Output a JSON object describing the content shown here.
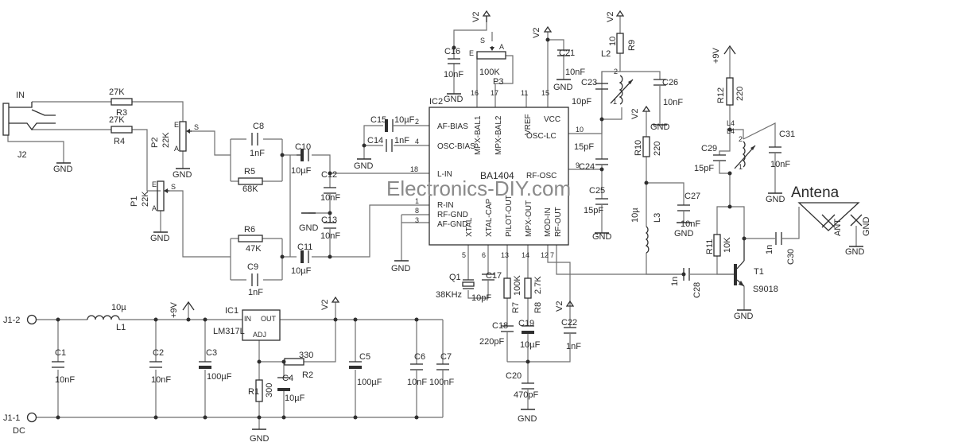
{
  "ic_main": {
    "ref": "IC2",
    "part": "BA1404",
    "pins_left": [
      "AF-BIAS",
      "OSC-BIAS",
      "L-IN",
      "R-IN",
      "RF-GND",
      "AF-GND"
    ],
    "pins_right": [
      "VCC",
      "OSC-LC",
      "RF-OSC"
    ],
    "pins_top": [
      "MPX-BAL1",
      "MPX-BAL2",
      "VREF"
    ],
    "pins_bottom": [
      "XTAL",
      "XTAL-CAP",
      "PILOT-OUT",
      "MPX-OUT",
      "MOD-IN",
      "RF-OUT"
    ],
    "pin_numbers": [
      "2",
      "4",
      "18",
      "1",
      "8",
      "3",
      "16",
      "17",
      "11",
      "15",
      "10",
      "9",
      "5",
      "6",
      "13",
      "14",
      "12",
      "7"
    ]
  },
  "regulator": {
    "ref": "IC1",
    "part": "LM317L",
    "pins": [
      "IN",
      "OUT",
      "ADJ"
    ]
  },
  "components": {
    "R3": "R3",
    "R3_val": "27K",
    "R4": "R4",
    "R4_val": "27K",
    "R5": "R5",
    "R5_val": "68K",
    "R6": "R6",
    "R6_val": "47K",
    "R1": "R1",
    "R1_val": "300",
    "R2": "R2",
    "R2_val": "330",
    "R7": "R7",
    "R7_val": "100K",
    "R8": "R8",
    "R8_val": "2.7K",
    "R9": "R9",
    "R9_val": "10",
    "R10": "R10",
    "R10_val": "220",
    "R11": "R11",
    "R11_val": "10K",
    "R12": "R12",
    "R12_val": "220",
    "P1": "P1",
    "P1_val": "22K",
    "P2": "P2",
    "P2_val": "22K",
    "P3": "P3",
    "P3_val": "100K",
    "C1": "C1",
    "C1_val": "10nF",
    "C2": "C2",
    "C2_val": "10nF",
    "C3": "C3",
    "C3_val": "100µF",
    "C4": "C4",
    "C4_val": "10µF",
    "C5": "C5",
    "C5_val": "100µF",
    "C6": "C6",
    "C6_val": "10nF",
    "C7": "C7",
    "C7_val": "100nF",
    "C8": "C8",
    "C8_val": "1nF",
    "C9": "C9",
    "C9_val": "1nF",
    "C10": "C10",
    "C10_val": "10µF",
    "C11": "C11",
    "C11_val": "10µF",
    "C12": "C12",
    "C12_val": "10nF",
    "C13": "C13",
    "C13_val": "10nF",
    "C14": "C14",
    "C14_val": "1nF",
    "C15": "C15",
    "C15_val": "10µF",
    "C16": "C16",
    "C16_val": "10nF",
    "C17": "C17",
    "C17_val": "10pF",
    "C18": "C18",
    "C18_val": "220pF",
    "C19": "C19",
    "C19_val": "10µF",
    "C20": "C20",
    "C20_val": "470pF",
    "C21": "C21",
    "C21_val": "10nF",
    "C22": "C22",
    "C22_val": "1nF",
    "C23": "C23",
    "C23_val": "10pF",
    "C24": "C24",
    "C24_val": "15pF",
    "C25": "C25",
    "C25_val": "15pF",
    "C26": "C26",
    "C26_val": "10nF",
    "C27": "C27",
    "C27_val": "10nF",
    "C28": "C28",
    "C28_val": "1n",
    "C29": "C29",
    "C29_val": "15pF",
    "C30": "C30",
    "C30_val": "1n",
    "C31": "C31",
    "C31_val": "10nF",
    "L1": "L1",
    "L1_val": "10µ",
    "L2": "L2",
    "L3": "L3",
    "L3_val": "10µ",
    "L4": "L4",
    "Q1": "Q1",
    "Q1_val": "38KHz",
    "T1": "T1",
    "T1_val": "S9018",
    "J2": "J2",
    "J1_2": "J1-2",
    "J1_1": "J1-1"
  },
  "labels": {
    "in": "IN",
    "gnd": "GND",
    "v2": "V2",
    "plus9v": "+9V",
    "dc": "DC",
    "antenna": "Antena",
    "ant": "ANT",
    "pot_s": "S",
    "pot_e": "E",
    "pot_a": "A",
    "coil_1": "1",
    "coil_2": "2"
  },
  "watermark": "Electronics-DIY.com"
}
